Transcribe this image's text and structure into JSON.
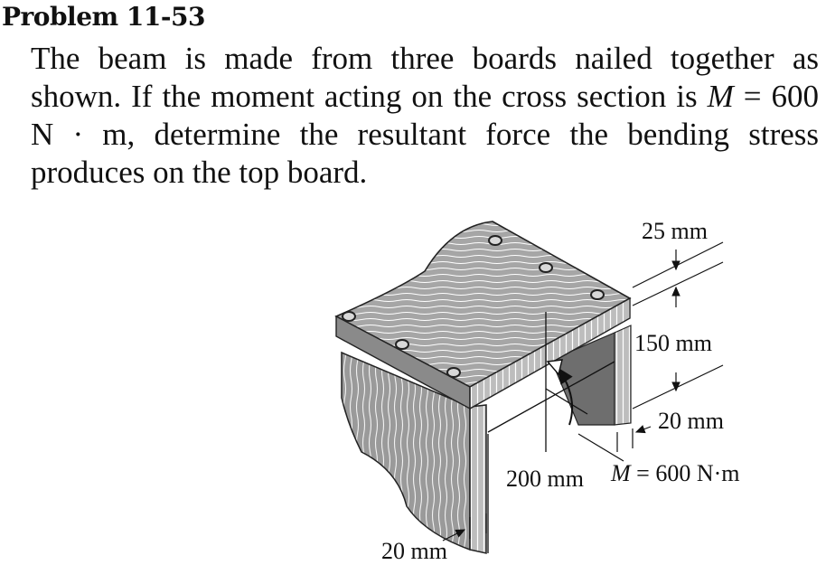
{
  "problem": {
    "title": "Problem 11-53",
    "statement_part1": "The beam is made from three boards nailed together as shown. If the moment acting on the cross section is ",
    "moment_symbol": "M",
    "moment_expr": " = 600 N · m",
    "statement_part2": ", determine the resultant force the bending stress produces on the top board."
  },
  "figure": {
    "dim_top_thickness": "25 mm",
    "dim_web_height": "150 mm",
    "dim_web_thickness_right": "20 mm",
    "dim_top_width": "200 mm",
    "dim_web_thickness_left": "20 mm",
    "moment_label_symbol": "M",
    "moment_label_value": " = 600 N·m"
  }
}
